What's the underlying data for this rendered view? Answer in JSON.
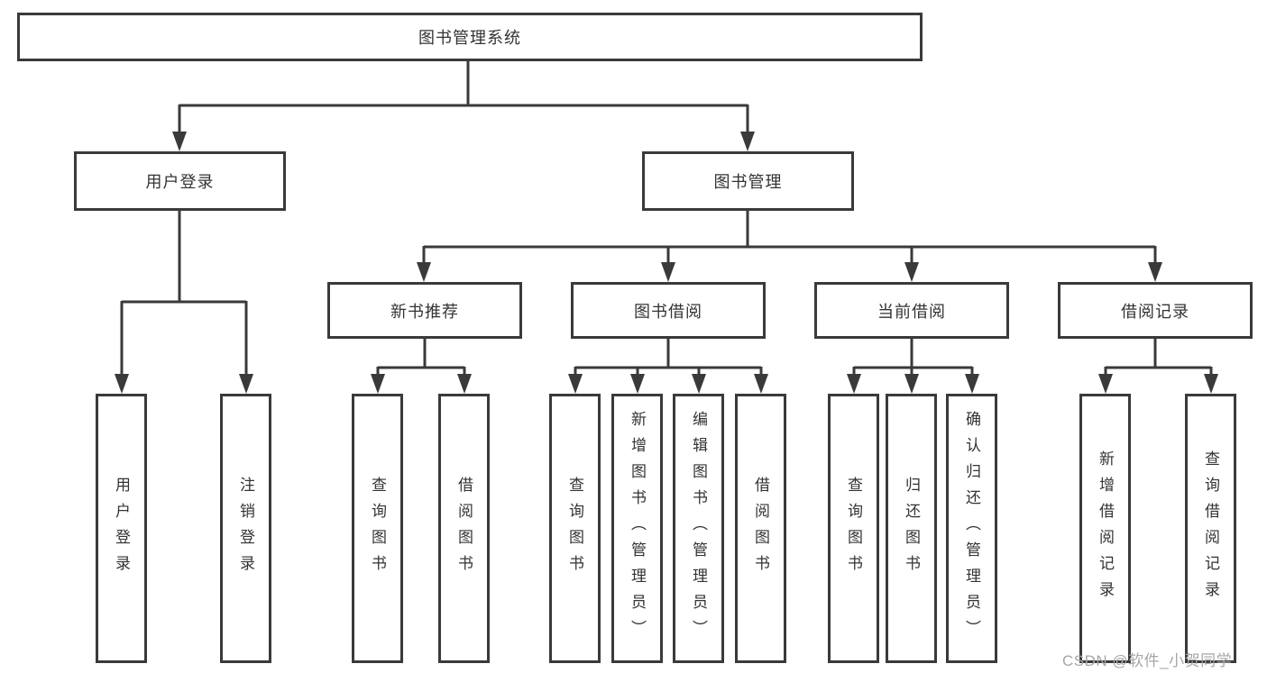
{
  "diagram_title": "图书管理系统",
  "tree": {
    "label": "图书管理系统",
    "children": [
      {
        "label": "用户登录",
        "children": [
          {
            "label": "用户登录"
          },
          {
            "label": "注销登录"
          }
        ]
      },
      {
        "label": "图书管理",
        "children": [
          {
            "label": "新书推荐",
            "children": [
              {
                "label": "查询图书"
              },
              {
                "label": "借阅图书"
              }
            ]
          },
          {
            "label": "图书借阅",
            "children": [
              {
                "label": "查询图书"
              },
              {
                "label": "新增图书（管理员）"
              },
              {
                "label": "编辑图书（管理员）"
              },
              {
                "label": "借阅图书"
              }
            ]
          },
          {
            "label": "当前借阅",
            "children": [
              {
                "label": "查询图书"
              },
              {
                "label": "归还图书"
              },
              {
                "label": "确认归还（管理员）"
              }
            ]
          },
          {
            "label": "借阅记录",
            "children": [
              {
                "label": "新增借阅记录"
              },
              {
                "label": "查询借阅记录"
              }
            ]
          }
        ]
      }
    ]
  },
  "watermark": {
    "text": "CSDN @软件_小贺同学"
  },
  "colors": {
    "line": "#3a3a3a",
    "node_border": "#3a3a3a",
    "node_fill": "#ffffff",
    "text": "#333333",
    "watermark": "#a6a6a6",
    "background": "#ffffff"
  }
}
